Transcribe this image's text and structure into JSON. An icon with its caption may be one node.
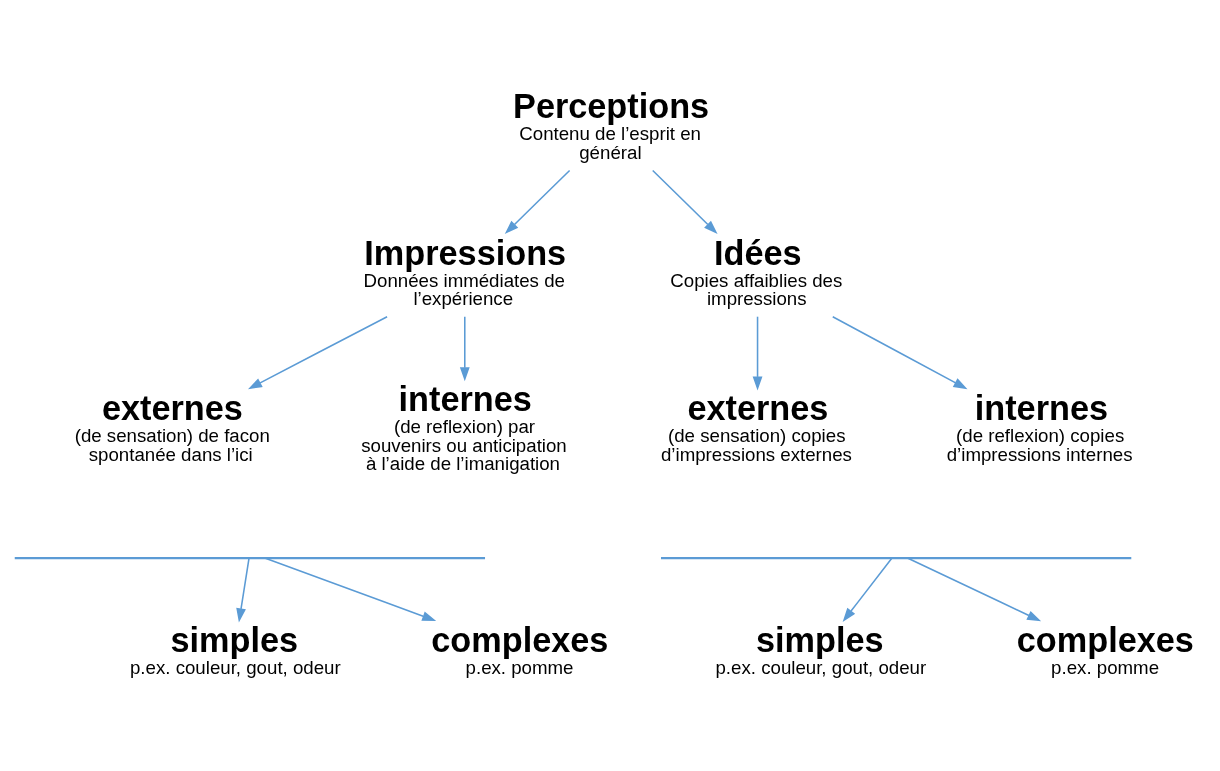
{
  "diagram": {
    "nodes": [
      {
        "text": [
          "Perceptions",
          "Contenu de l’esprit en général"
        ]
      },
      {
        "text": [
          "Impressions",
          "Données immédiates de l’expérience"
        ]
      },
      {
        "text": [
          "Idées",
          "Copies affaiblies des impressions"
        ]
      },
      {
        "text": [
          "externes",
          "(de sensation) de facon spontanée dans l’ici"
        ]
      },
      {
        "text": [
          "internes",
          "(de reflexion) par souvenirs ou anticipation à l’aide de l’imanigation"
        ]
      },
      {
        "text": [
          "externes",
          "(de sensation) copies d’impressions externes"
        ]
      },
      {
        "text": [
          "internes",
          "(de reflexion) copies d’impressions internes"
        ]
      },
      {
        "text": [],
        "shape": "bracket"
      },
      {
        "text": [],
        "shape": "bracket"
      },
      {
        "text": [
          "simples",
          "p.ex. couleur, gout, odeur"
        ]
      },
      {
        "text": [
          "complexes",
          "p.ex. pomme"
        ]
      },
      {
        "text": [
          "simples",
          "p.ex. couleur, gout, odeur"
        ]
      },
      {
        "text": [
          "complexes",
          "p.ex. pomme"
        ]
      }
    ],
    "edges": [
      {
        "from": 0,
        "to": 1,
        "arrow": "to"
      },
      {
        "from": 0,
        "to": 2,
        "arrow": "to"
      },
      {
        "from": 1,
        "to": 3,
        "arrow": "to"
      },
      {
        "from": 1,
        "to": 4,
        "arrow": "to"
      },
      {
        "from": 2,
        "to": 5,
        "arrow": "to"
      },
      {
        "from": 2,
        "to": 6,
        "arrow": "to"
      },
      {
        "from": 7,
        "to": 9,
        "arrow": "to"
      },
      {
        "from": 7,
        "to": 10,
        "arrow": "to"
      },
      {
        "from": 8,
        "to": 11,
        "arrow": "to"
      },
      {
        "from": 8,
        "to": 12,
        "arrow": "to"
      }
    ]
  }
}
